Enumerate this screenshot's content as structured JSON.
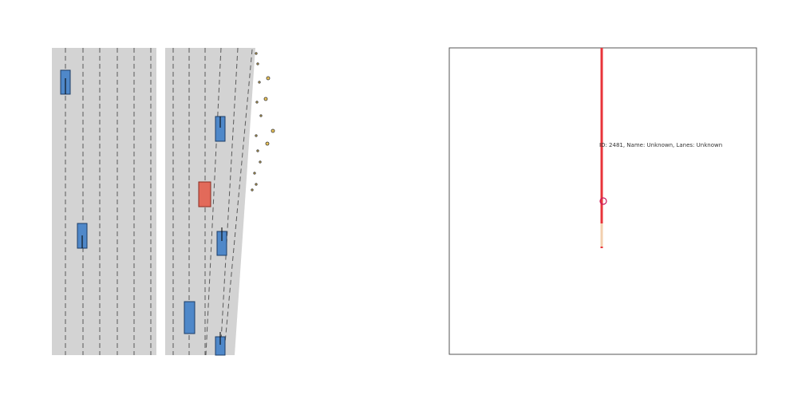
{
  "map_panel": {
    "road_label": "ID: 2481, Name: Unknown, Lanes: Unknown",
    "route_color": "#e8343a",
    "route_tail_color": "#f2cfae",
    "ego_marker_color": "#c8185a"
  },
  "traffic_view": {
    "road_color": "#d3d3d3",
    "lane_line_color": "#5a5a5a",
    "vehicle_color": "#4f88c9",
    "ego_vehicle_color": "#e26a5a",
    "vehicle_count": 7,
    "ego_vehicle_count": 1
  }
}
